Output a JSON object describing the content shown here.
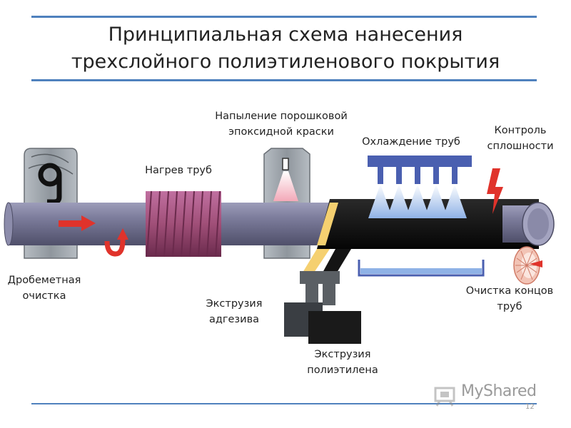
{
  "title": {
    "line1": "Принципиальная схема нанесения",
    "line2": "трехслойного полиэтиленового покрытия"
  },
  "labels": {
    "shot_blast_1": "Дробеметная",
    "shot_blast_2": "очистка",
    "heating": "Нагрев труб",
    "epoxy_1": "Напыление порошковой",
    "epoxy_2": "эпоксидной краски",
    "cooling": "Охлаждение труб",
    "control_1": "Контроль",
    "control_2": "сплошности",
    "adhesive_1": "Экструзия",
    "adhesive_2": "адгезива",
    "polyethylene_1": "Экструзия",
    "polyethylene_2": "полиэтилена",
    "end_cleaning_1": "Очистка концов",
    "end_cleaning_2": "труб"
  },
  "colors": {
    "rule": "#4f81bd",
    "pipe": "#7f7f9f",
    "coating": "#141414",
    "heater": "#a04f78",
    "cooling": "#4a5fb0",
    "arrow": "#e0332b",
    "adhesive_strip": "#f5d070",
    "machine": "#9aa0a6"
  },
  "watermark": "MyShared",
  "page_number": "12"
}
